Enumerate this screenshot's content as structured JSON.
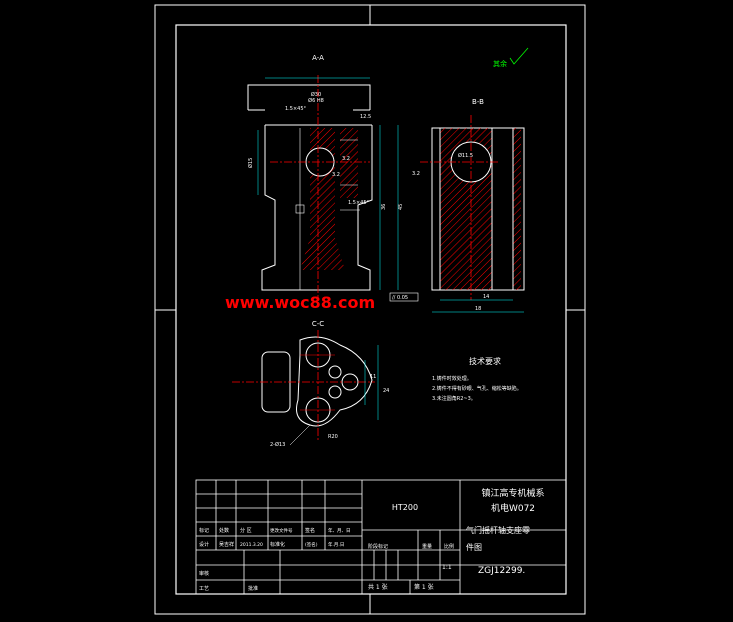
{
  "views": {
    "aa_title": "A-A",
    "bb_title": "B-B",
    "cc_title": "C-C"
  },
  "dims": {
    "aa_top": "Ø30",
    "aa_thread": "Ø6 H8",
    "aa_chamfer": "1.5×45°",
    "aa_rough1": "12.5",
    "aa_left": "Ø15",
    "aa_mid1": "3.2",
    "aa_mid2": "3.2",
    "aa_chamfer2": "1.5×45°",
    "aa_height": "36",
    "aa_right": "45",
    "bb_rough": "3.2",
    "bb_hole": "Ø11.5",
    "bb_w1": "14",
    "bb_w2": "18",
    "cc_dim1": "11",
    "cc_dim2": "24",
    "cc_r": "R20",
    "cc_holes": "2-Ø13",
    "tol": "// 0.05"
  },
  "roughness_note": "其余",
  "watermark": "www.woc88.com",
  "tech_req": {
    "title": "技术要求",
    "items": [
      "1.铸件时效处理。",
      "2.铸件不得有砂眼、气孔、缩松等缺陷。",
      "3.未注圆角R2~3。"
    ]
  },
  "title_block": {
    "material": "HT200",
    "school_line1": "镇江高专机械系",
    "school_line2": "机电W072",
    "part_name_line1": "气门摇杆轴支座零",
    "part_name_line2": "件图",
    "drawing_no": "ZGJ12299.",
    "scale": "1:1",
    "sheet_total": "共 1 张",
    "sheet_no": "第 1 张",
    "stage_mark": "阶段标记",
    "weight": "重量",
    "ratio": "比例",
    "hdr_mark": "标记",
    "hdr_count": "处数",
    "hdr_zone": "分 区",
    "hdr_doc": "更改文件号",
    "hdr_sign": "签名",
    "hdr_date": "年、月、日",
    "designer_label": "设计",
    "designer_name": "吴吉祥",
    "design_date": "2011.3.20",
    "std_label": "标准化",
    "std_sign": "(签名)",
    "std_date": "年.月.日",
    "review": "审核",
    "process": "工艺",
    "approve": "批准"
  },
  "colors": {
    "frame": "#ffffff",
    "centerline": "#ff0000",
    "dimension": "#00ffff",
    "hatch": "#ff0000",
    "note": "#00ff00",
    "watermark": "#ff0000"
  }
}
